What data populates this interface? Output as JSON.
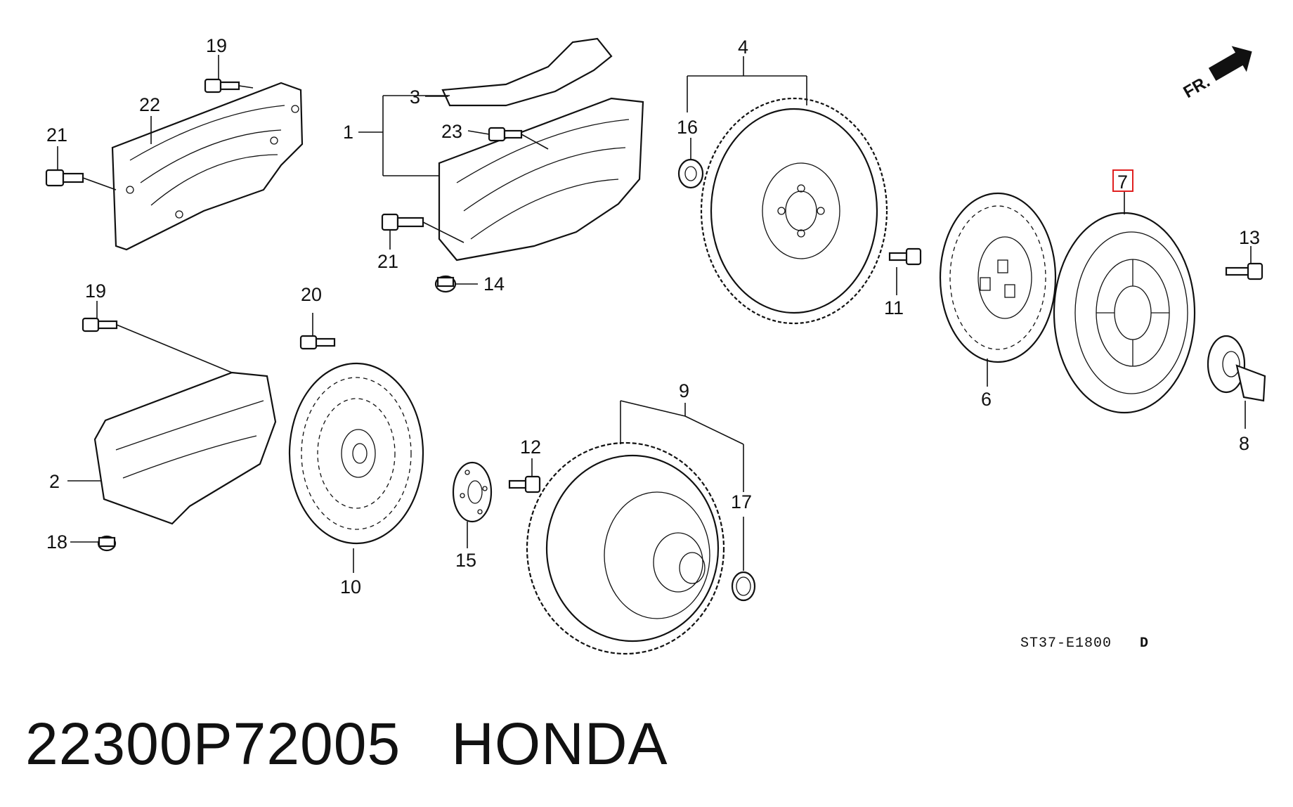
{
  "diagram": {
    "orientation_label": "FR.",
    "drawing_code": "ST37-E1800",
    "drawing_code_suffix": "D",
    "highlighted_callout": "7",
    "highlight_color": "#e02020",
    "callouts": {
      "c1": "1",
      "c2": "2",
      "c3": "3",
      "c4": "4",
      "c6": "6",
      "c7": "7",
      "c8": "8",
      "c9": "9",
      "c10": "10",
      "c11": "11",
      "c12": "12",
      "c13": "13",
      "c14": "14",
      "c15": "15",
      "c16": "16",
      "c17": "17",
      "c18": "18",
      "c19a": "19",
      "c19b": "19",
      "c20": "20",
      "c21a": "21",
      "c21b": "21",
      "c22": "22",
      "c23": "23"
    }
  },
  "footer": {
    "part_number": "22300P72005",
    "brand": "HONDA"
  }
}
